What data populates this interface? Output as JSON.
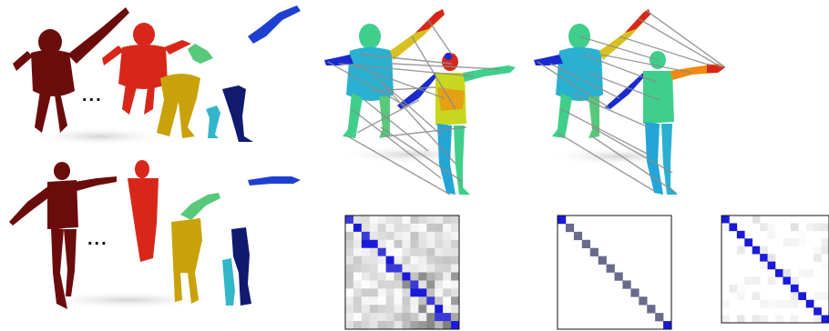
{
  "labels": {
    "ellipsis_top": "...",
    "ellipsis_bottom": "..."
  },
  "colors": {
    "dark_red": "#6b0c0c",
    "red": "#d8271a",
    "yellow": "#c9a20a",
    "cyan": "#33b6c9",
    "navy": "#101a6e",
    "blue": "#1f3fd0",
    "green": "#58c97a",
    "matrix_diag": "#1a1ad8",
    "matrix_diag_mid": "#6a6a8c",
    "line": "#8a8a8a"
  },
  "rows": [
    {
      "name": "gorilla-row",
      "parts": [
        "full-body",
        "torso-head",
        "leg",
        "leg",
        "arm",
        "arm"
      ]
    },
    {
      "name": "human-row",
      "parts": [
        "full-body",
        "torso-head",
        "leg",
        "leg",
        "arm",
        "arm"
      ]
    }
  ],
  "matrices": [
    {
      "name": "correspondence-matrix-left",
      "size": 14,
      "style": "noisy"
    },
    {
      "name": "correspondence-matrix-middle",
      "size": 14,
      "style": "clean"
    },
    {
      "name": "correspondence-matrix-right",
      "size": 14,
      "style": "near-clean"
    }
  ]
}
